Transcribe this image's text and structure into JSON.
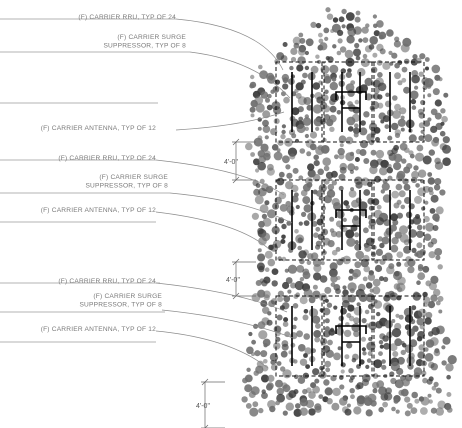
{
  "callouts": [
    {
      "lines": [
        "(F) CARRIER RRU, TYP OF 24"
      ]
    },
    {
      "lines": [
        "(F) CARRIER SURGE",
        "SUPPRESSOR, TYP OF 8"
      ]
    },
    {
      "lines": [
        "(F) CARRIER ANTENNA, TYP OF 12"
      ]
    },
    {
      "lines": [
        "(F) CARRIER RRU, TYP OF 24"
      ]
    },
    {
      "lines": [
        "(F) CARRIER SURGE",
        "SUPPRESSOR, TYP OF 8"
      ]
    },
    {
      "lines": [
        "(F) CARRIER ANTENNA, TYP OF 12"
      ]
    },
    {
      "lines": [
        "(F) CARRIER RRU, TYP OF 24"
      ]
    },
    {
      "lines": [
        "(F) CARRIER SURGE",
        "SUPPRESSOR, TYP OF 8"
      ]
    },
    {
      "lines": [
        "(F) CARRIER ANTENNA, TYP OF 12"
      ]
    }
  ],
  "dimensions": [
    "4'-0\"",
    "4'-0\"",
    "4'-0\""
  ],
  "colors": {
    "foliage": "#6e6e6e",
    "foliage_dark": "#3a3a3a",
    "line": "#8c8c8c",
    "equipment": "#000000"
  }
}
